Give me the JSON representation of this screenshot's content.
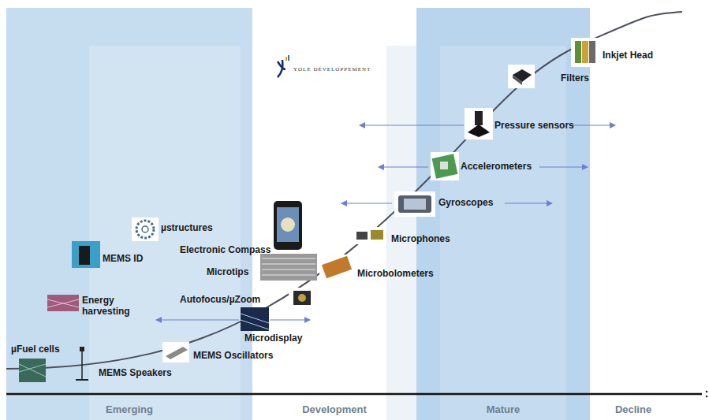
{
  "diagram": {
    "nodes": [
      {
        "text": [
          "Emerging"
        ]
      },
      {
        "text": [
          "Development"
        ]
      },
      {
        "text": [
          "Mature"
        ]
      },
      {
        "text": [
          "Decline"
        ]
      }
    ],
    "labels": [
      "YOLE DÉVELOPPEMENT",
      "Inkjet Head",
      "Filters",
      "Pressure sensors",
      "Accelerometers",
      "Gyroscopes",
      "Microphones",
      "Microbolometers",
      "µstructures",
      "Electronic Compass",
      "MEMS ID",
      "Microtips",
      "Autofocus/µZoom",
      "Energy harvesting",
      "Microdisplay",
      "µFuel cells",
      "MEMS Speakers",
      "MEMS Oscillators"
    ]
  }
}
